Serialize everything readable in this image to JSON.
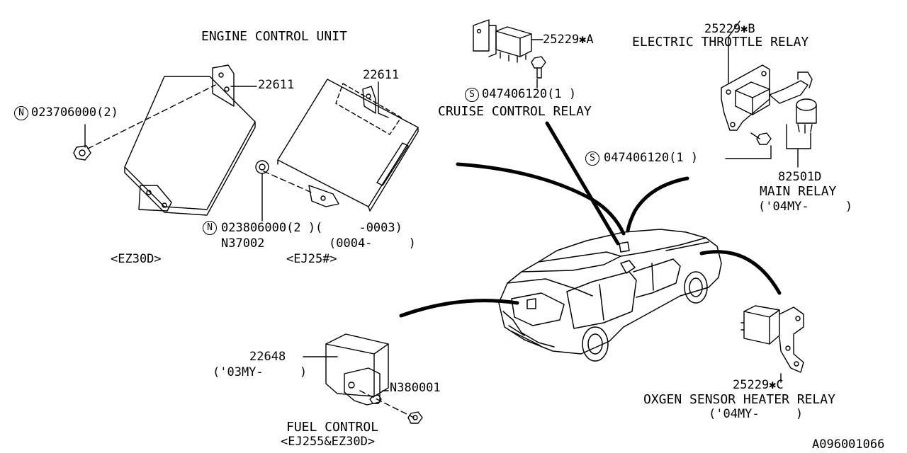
{
  "title": "ENGINE CONTROL UNIT",
  "parts": {
    "ecu_ez30d": {
      "part_no": "22611",
      "variant": "<EZ30D>"
    },
    "ecu_ej25": {
      "part_no": "22611",
      "variant": "<EJ25#>"
    },
    "nut_ecu_ez30d": {
      "prefix": "N",
      "part_no": "023706000(2)"
    },
    "nut_ecu_ej25": {
      "prefix": "N",
      "part_no": "023806000(2 )(     -0003)",
      "alt_no": "N37002",
      "alt_range": "(0004-     )"
    },
    "cruise_relay": {
      "part_no": "25229✱A",
      "screw_prefix": "S",
      "screw_no": "047406120(1 )",
      "name": "CRUISE CONTROL RELAY"
    },
    "throttle_relay": {
      "part_no": "25229✱B",
      "name": "ELECTRIC THROTTLE RELAY",
      "screw_prefix": "S",
      "screw_no": "047406120(1 )"
    },
    "main_relay": {
      "part_no": "82501D",
      "name": "MAIN RELAY",
      "range": "('04MY-     )"
    },
    "fuel_control": {
      "part_no": "22648",
      "range": "('03MY-     )",
      "nut_no": "N380001",
      "name": "FUEL CONTROL",
      "variant": "<EJ255&EZ30D>"
    },
    "oxygen_relay": {
      "part_no": "25229✱C",
      "name": "OXGEN SENSOR HEATER RELAY",
      "range": "('04MY-     )"
    }
  },
  "diagram_code": "A096001066"
}
